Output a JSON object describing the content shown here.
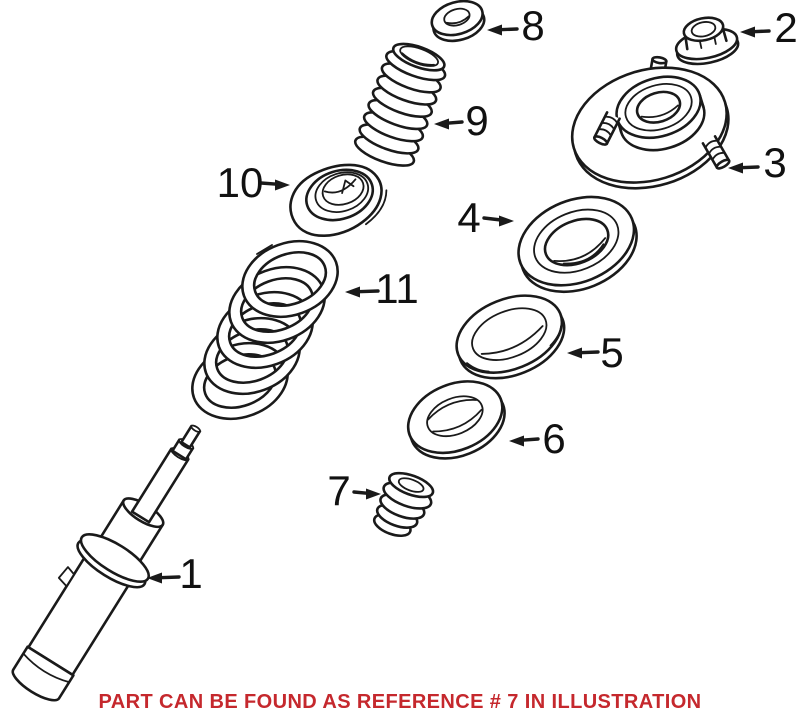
{
  "page": {
    "type": "exploded-parts-diagram",
    "background": "#ffffff"
  },
  "colors": {
    "line": "#1a1a1a",
    "label": "#111111",
    "caption_red": "#c5282d",
    "background": "#ffffff"
  },
  "caption": {
    "text": "PART CAN BE FOUND AS REFERENCE # 7 IN ILLUSTRATION"
  },
  "diagram": {
    "callouts": [
      {
        "ref": "1",
        "part": "strut"
      },
      {
        "ref": "2",
        "part": "flange-nut"
      },
      {
        "ref": "3",
        "part": "strut-mount"
      },
      {
        "ref": "4",
        "part": "bearing-seat"
      },
      {
        "ref": "5",
        "part": "spring-pad-upper"
      },
      {
        "ref": "6",
        "part": "spring-pad-lower"
      },
      {
        "ref": "7",
        "part": "bump-stop"
      },
      {
        "ref": "8",
        "part": "washer"
      },
      {
        "ref": "9",
        "part": "dust-boot"
      },
      {
        "ref": "10",
        "part": "spring-seat-pad"
      },
      {
        "ref": "11",
        "part": "coil-spring"
      }
    ]
  }
}
